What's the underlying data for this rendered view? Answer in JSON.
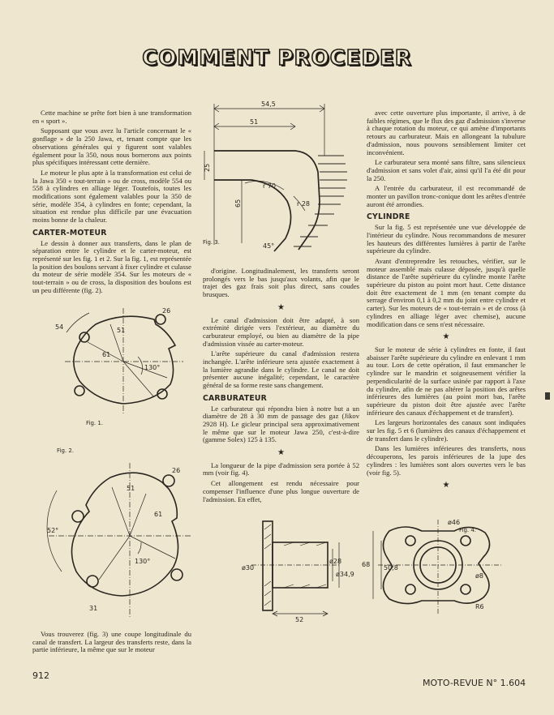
{
  "title": "COMMENT PROCEDER",
  "col1": {
    "p1": "Cette machine se prête fort bien à une transformation en « sport ».",
    "p2": "Supposant que vous avez lu l'article concernant le « gonflage » de la 250 Jawa, et, tenant compte que les observations générales qui y figurent sont valables également pour la 350, nous nous bornerons aux points plus spécifiques intéressant cette dernière.",
    "p3": "Le moteur le plus apte à la transformation est celui de la Jawa 350 « tout-terrain » ou de cross, modèle 554 ou 558 à cylindres en alliage léger. Toutefois, toutes les modifications sont également valables pour la 350 de série, modèle 354, à cylindres en fonte; cependant, la situation est rendue plus difficile par une évacuation moins bonne de la chaleur.",
    "h_carter": "CARTER-MOTEUR",
    "p4": "Le dessin à donner aux transferts, dans le plan de séparation entre le cylindre et le carter-moteur, est représenté sur les fig. 1 et 2. Sur la fig. 1, est représentée la position des boulons servant à fixer cylindre et culasse du moteur de série modèle 354. Sur les moteurs de « tout-terrain » ou de cross, la disposition des boulons est un peu différente (fig. 2).",
    "p5": "Vous trouverez (fig. 3) une coupe longitudinale du canal de transfert. La largeur des transferts reste, dans la partie inférieure, la même que sur le moteur"
  },
  "col2": {
    "p1": "d'origine. Longitudinalement, les transferts seront prolongés vers le bas jusqu'aux volants, afin que le trajet des gaz frais soit plus direct, sans coudes brusques.",
    "star1": "★",
    "p2": "Le canal d'admission doit être adapté, à son extrémité dirigée vers l'extérieur, au diamètre du carburateur employé, ou bien au diamètre de la pipe d'admission vissée au carter-moteur.",
    "p3": "L'arête supérieure du canal d'admission restera inchangée. L'arête inférieure sera ajustée exactement à la lumière agrandie dans le cylindre. Le canal ne doit présenter aucune inégalité; cependant, le caractère général de sa forme reste sans changement.",
    "h_carbu": "CARBURATEUR",
    "p4": "Le carburateur qui répondra bien à notre but a un diamètre de 28 à 30 mm de passage des gaz (Jikov 2928 H). Le gicleur principal sera approximativement le même que sur le moteur Jawa 250, c'est-à-dire (gamme Solex) 125 à 135.",
    "star2": "★",
    "p5": "La longueur de la pipe d'admission sera portée à 52 mm (voir fig. 4).",
    "p6": "Cet allongement est rendu nécessaire pour compenser l'influence d'une plus longue ouverture de l'admission. En effet,"
  },
  "col3": {
    "p1": "avec cette ouverture plus importante, il arrive, à de faibles régimes, que le flux des gaz d'admission s'inverse à chaque rotation du moteur, ce qui amène d'importants retours au carburateur. Mais en allongeant la tubulure d'admission, nous pouvons sensiblement limiter cet inconvénient.",
    "p2": "Le carburateur sera monté sans filtre, sans silencieux d'admission et sans volet d'air, ainsi qu'il l'a été dit pour la 250.",
    "p3": "A l'entrée du carburateur, il est recommandé de monter un pavillon tronc-conique dont les arêtes d'entrée auront été arrondies.",
    "h_cyl": "CYLINDRE",
    "p4": "Sur la fig. 5 est représentée une vue développée de l'intérieur du cylindre. Nous recommandons de mesurer les hauteurs des différentes lumières à partir de l'arête supérieure du cylindre.",
    "p5": "Avant d'entreprendre les retouches, vérifier, sur le moteur assemblé mais culasse déposée, jusqu'à quelle distance de l'arête supérieure du cylindre monte l'arête supérieure du piston au point mort haut. Cette distance doit être exactement de 1 mm (en tenant compte du serrage d'environ 0,1 à 0,2 mm du joint entre cylindre et carter). Sur les moteurs de « tout-terrain » et de cross (à cylindres en alliage léger avec chemise), aucune modification dans ce sens n'est nécessaire.",
    "star1": "★",
    "p6": "Sur le moteur de série à cylindres en fonte, il faut abaisser l'arête supérieure du cylindre en enlevant 1 mm au tour. Lors de cette opération, il faut emmancher le cylindre sur le mandrin et soigneusement vérifier la perpendicularité de la surface usinée par rapport à l'axe du cylindre, afin de ne pas altérer la position des arêtes inférieures des lumières (au point mort bas, l'arête supérieure du piston doit être ajustée avec l'arête inférieure des canaux d'échappement et de transfert).",
    "p7": "Les largeurs horizontales des canaux sont indiquées sur les fig. 5 et 6 (lumières des canaux d'échappement et de transfert dans le cylindre).",
    "p8": "Dans les lumières inférieures des transferts, nous découperons, les parois inférieures de la jupe des cylindres : les lumières sont alors ouvertes vers le bas (voir fig. 5).",
    "star2": "★"
  },
  "figures": {
    "fig1": {
      "caption": "Fig. 1.",
      "labels": {
        "d1": "26",
        "d2": "51",
        "d3": "54",
        "d4": "130°",
        "d5": "61"
      }
    },
    "fig2": {
      "caption": "Fig. 2.",
      "labels": {
        "d1": "26",
        "d2": "51",
        "d3": "52°",
        "d4": "61",
        "d5": "130°",
        "d6": "31"
      }
    },
    "fig3": {
      "caption": "Fig. 3.",
      "labels": {
        "d1": "54,5",
        "d2": "51",
        "d3": "25",
        "d4": "r 70",
        "d5": "65",
        "d6": "r 28",
        "d7": "45°"
      }
    },
    "fig4": {
      "caption": "Fig. 4.",
      "labels": {
        "d1": "ø30",
        "d2": "ø28",
        "d3": "ø34,9",
        "d4": "52",
        "d5": "68",
        "d6": "50,8",
        "d7": "ø46",
        "d8": "ø8",
        "d9": "R6"
      }
    }
  },
  "footer": {
    "page_number": "912",
    "magazine": "MOTO-REVUE N° 1.604"
  }
}
